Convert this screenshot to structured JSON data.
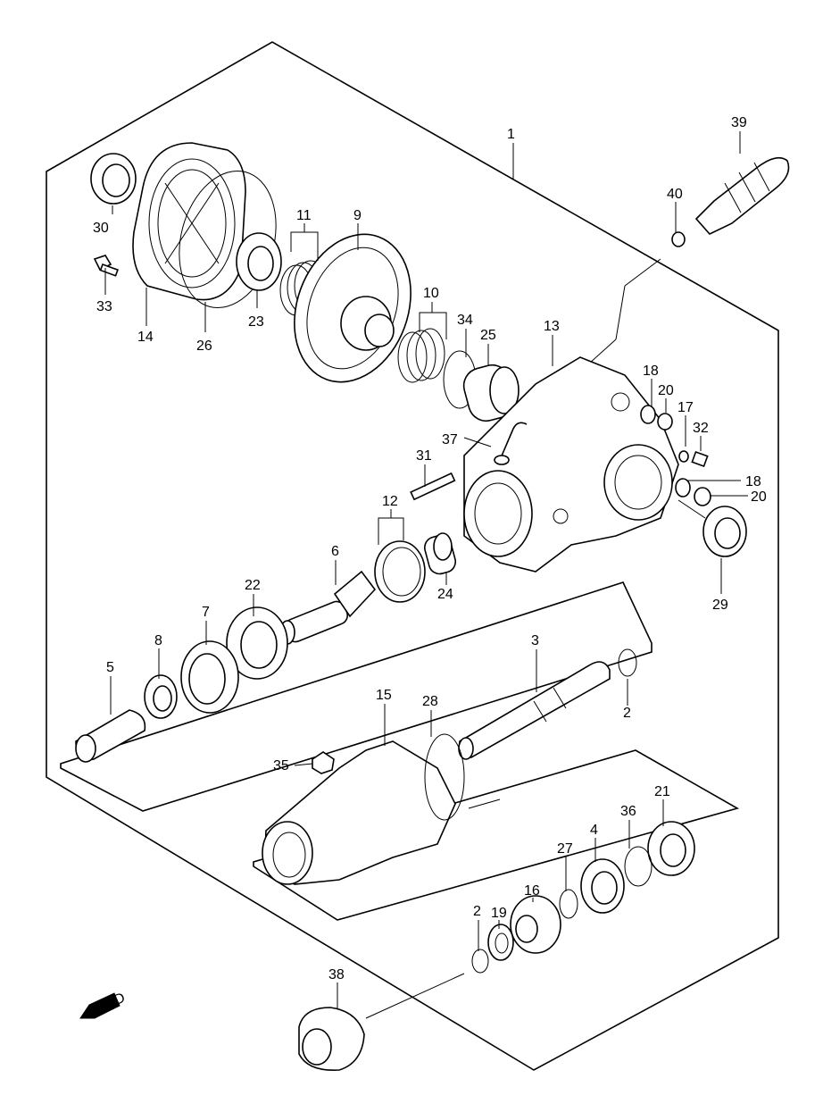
{
  "diagram": {
    "fwd_label": "FWD",
    "parts": [
      {
        "id": "p1",
        "label": "1"
      },
      {
        "id": "p2a",
        "label": "2"
      },
      {
        "id": "p2b",
        "label": "2"
      },
      {
        "id": "p3",
        "label": "3"
      },
      {
        "id": "p4",
        "label": "4"
      },
      {
        "id": "p5",
        "label": "5"
      },
      {
        "id": "p6",
        "label": "6"
      },
      {
        "id": "p7",
        "label": "7"
      },
      {
        "id": "p8",
        "label": "8"
      },
      {
        "id": "p9",
        "label": "9"
      },
      {
        "id": "p10",
        "label": "10"
      },
      {
        "id": "p11",
        "label": "11"
      },
      {
        "id": "p12",
        "label": "12"
      },
      {
        "id": "p13",
        "label": "13"
      },
      {
        "id": "p14",
        "label": "14"
      },
      {
        "id": "p15",
        "label": "15"
      },
      {
        "id": "p16",
        "label": "16"
      },
      {
        "id": "p17",
        "label": "17"
      },
      {
        "id": "p18a",
        "label": "18"
      },
      {
        "id": "p18b",
        "label": "18"
      },
      {
        "id": "p19",
        "label": "19"
      },
      {
        "id": "p20a",
        "label": "20"
      },
      {
        "id": "p20b",
        "label": "20"
      },
      {
        "id": "p21",
        "label": "21"
      },
      {
        "id": "p22",
        "label": "22"
      },
      {
        "id": "p23",
        "label": "23"
      },
      {
        "id": "p24",
        "label": "24"
      },
      {
        "id": "p25",
        "label": "25"
      },
      {
        "id": "p26",
        "label": "26"
      },
      {
        "id": "p27",
        "label": "27"
      },
      {
        "id": "p28",
        "label": "28"
      },
      {
        "id": "p29",
        "label": "29"
      },
      {
        "id": "p30",
        "label": "30"
      },
      {
        "id": "p31",
        "label": "31"
      },
      {
        "id": "p32",
        "label": "32"
      },
      {
        "id": "p33",
        "label": "33"
      },
      {
        "id": "p34",
        "label": "34"
      },
      {
        "id": "p35",
        "label": "35"
      },
      {
        "id": "p36",
        "label": "36"
      },
      {
        "id": "p37",
        "label": "37"
      },
      {
        "id": "p38",
        "label": "38"
      },
      {
        "id": "p39",
        "label": "39"
      },
      {
        "id": "p40",
        "label": "40"
      }
    ]
  }
}
